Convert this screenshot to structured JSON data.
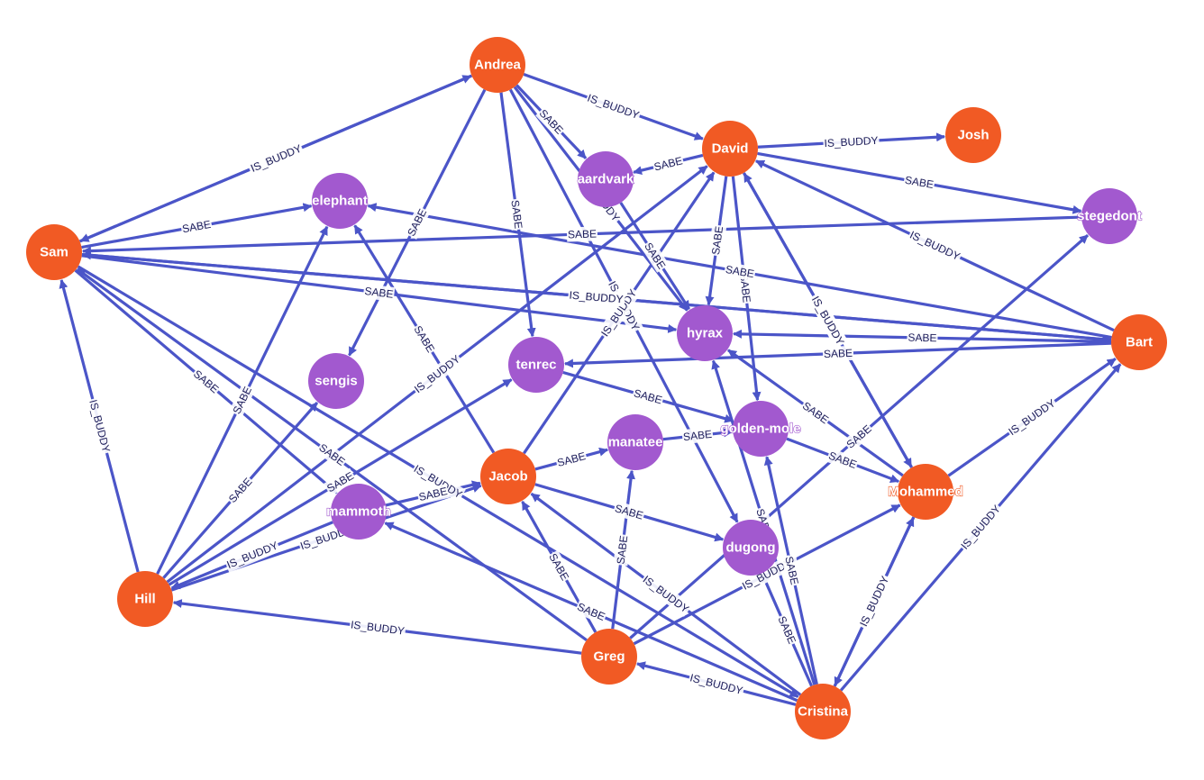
{
  "graph": {
    "colors": {
      "person": "#f15a24",
      "animal": "#a259cf",
      "edge": "#4b55c8",
      "label_text": "#ffffff"
    },
    "nodes": [
      {
        "id": "Andrea",
        "label": "Andrea",
        "kind": "person"
      },
      {
        "id": "David",
        "label": "David",
        "kind": "person"
      },
      {
        "id": "Josh",
        "label": "Josh",
        "kind": "person"
      },
      {
        "id": "aardvark",
        "label": "aardvark",
        "kind": "animal"
      },
      {
        "id": "elephant",
        "label": "elephant",
        "kind": "animal"
      },
      {
        "id": "stegedont",
        "label": "stegedont",
        "kind": "animal"
      },
      {
        "id": "Sam",
        "label": "Sam",
        "kind": "person"
      },
      {
        "id": "hyrax",
        "label": "hyrax",
        "kind": "animal"
      },
      {
        "id": "Bart",
        "label": "Bart",
        "kind": "person"
      },
      {
        "id": "tenrec",
        "label": "tenrec",
        "kind": "animal"
      },
      {
        "id": "sengis",
        "label": "sengis",
        "kind": "animal"
      },
      {
        "id": "golden-mole",
        "label": "golden-mole",
        "kind": "animal"
      },
      {
        "id": "manatee",
        "label": "manatee",
        "kind": "animal"
      },
      {
        "id": "Jacob",
        "label": "Jacob",
        "kind": "person"
      },
      {
        "id": "Mohammed",
        "label": "Mohammed",
        "kind": "person"
      },
      {
        "id": "mammoth",
        "label": "mammoth",
        "kind": "animal"
      },
      {
        "id": "dugong",
        "label": "dugong",
        "kind": "animal"
      },
      {
        "id": "Hill",
        "label": "Hill",
        "kind": "person"
      },
      {
        "id": "Greg",
        "label": "Greg",
        "kind": "person"
      },
      {
        "id": "Cristina",
        "label": "Cristina",
        "kind": "person"
      }
    ],
    "edges": [
      {
        "from": "Andrea",
        "to": "David",
        "label": "IS_BUDDY"
      },
      {
        "from": "Andrea",
        "to": "aardvark",
        "label": "SABE"
      },
      {
        "from": "Andrea",
        "to": "tenrec",
        "label": "SABE"
      },
      {
        "from": "Andrea",
        "to": "sengis",
        "label": "SABE"
      },
      {
        "from": "Andrea",
        "to": "dugong",
        "label": "IS_BUDDY"
      },
      {
        "from": "Andrea",
        "to": "hyrax",
        "label": "IS_BUDDY"
      },
      {
        "from": "Sam",
        "to": "Andrea",
        "label": "IS_BUDDY"
      },
      {
        "from": "Andrea",
        "to": "Sam",
        "label": "IS_BUDDY"
      },
      {
        "from": "David",
        "to": "Josh",
        "label": "IS_BUDDY"
      },
      {
        "from": "David",
        "to": "aardvark",
        "label": "SABE"
      },
      {
        "from": "David",
        "to": "stegedont",
        "label": "SABE"
      },
      {
        "from": "David",
        "to": "hyrax",
        "label": "SABE"
      },
      {
        "from": "David",
        "to": "golden-mole",
        "label": "SABE"
      },
      {
        "from": "David",
        "to": "Mohammed",
        "label": "IS_BUDDY"
      },
      {
        "from": "Mohammed",
        "to": "David",
        "label": "IS_BUDDY"
      },
      {
        "from": "Bart",
        "to": "David",
        "label": "IS_BUDDY"
      },
      {
        "from": "Jacob",
        "to": "David",
        "label": "IS_BUDDY"
      },
      {
        "from": "Hill",
        "to": "David",
        "label": "IS_BUDDY"
      },
      {
        "from": "Sam",
        "to": "elephant",
        "label": "SABE"
      },
      {
        "from": "stegedont",
        "to": "Sam",
        "label": "SABE"
      },
      {
        "from": "Sam",
        "to": "hyrax",
        "label": "SABE"
      },
      {
        "from": "Bart",
        "to": "Sam",
        "label": "IS_BUDDY"
      },
      {
        "from": "Sam",
        "to": "Bart",
        "label": "IS_BUDDY"
      },
      {
        "from": "Sam",
        "to": "mammoth",
        "label": "SABE"
      },
      {
        "from": "Sam",
        "to": "Cristina",
        "label": "IS_BUDDY"
      },
      {
        "from": "Hill",
        "to": "Sam",
        "label": "IS_BUDDY"
      },
      {
        "from": "Bart",
        "to": "elephant",
        "label": "SABE"
      },
      {
        "from": "Bart",
        "to": "hyrax",
        "label": "SABE"
      },
      {
        "from": "Bart",
        "to": "tenrec",
        "label": "SABE"
      },
      {
        "from": "Mohammed",
        "to": "Bart",
        "label": "IS_BUDDY"
      },
      {
        "from": "Cristina",
        "to": "Bart",
        "label": "IS_BUDDY"
      },
      {
        "from": "aardvark",
        "to": "hyrax",
        "label": "SABE"
      },
      {
        "from": "tenrec",
        "to": "golden-mole",
        "label": "SABE"
      },
      {
        "from": "Mohammed",
        "to": "hyrax",
        "label": "SABE"
      },
      {
        "from": "golden-mole",
        "to": "Mohammed",
        "label": "SABE"
      },
      {
        "from": "Jacob",
        "to": "manatee",
        "label": "SABE"
      },
      {
        "from": "manatee",
        "to": "golden-mole",
        "label": "SABE"
      },
      {
        "from": "Jacob",
        "to": "dugong",
        "label": "SABE"
      },
      {
        "from": "Jacob",
        "to": "elephant",
        "label": "SABE"
      },
      {
        "from": "mammoth",
        "to": "Jacob",
        "label": "SABE"
      },
      {
        "from": "Hill",
        "to": "Jacob",
        "label": "IS_BUDDY"
      },
      {
        "from": "Hill",
        "to": "elephant",
        "label": "SABE"
      },
      {
        "from": "Hill",
        "to": "sengis",
        "label": "SABE"
      },
      {
        "from": "Hill",
        "to": "tenrec",
        "label": "SABE"
      },
      {
        "from": "mammoth",
        "to": "Hill",
        "label": "IS_BUDDY"
      },
      {
        "from": "Greg",
        "to": "Hill",
        "label": "IS_BUDDY"
      },
      {
        "from": "Greg",
        "to": "manatee",
        "label": "SABE"
      },
      {
        "from": "Greg",
        "to": "Jacob",
        "label": "SABE"
      },
      {
        "from": "Greg",
        "to": "Mohammed",
        "label": "IS_BUDDY"
      },
      {
        "from": "Greg",
        "to": "stegedont",
        "label": "SABE"
      },
      {
        "from": "Greg",
        "to": "Sam",
        "label": "SABE"
      },
      {
        "from": "Cristina",
        "to": "Greg",
        "label": "IS_BUDDY"
      },
      {
        "from": "Cristina",
        "to": "Jacob",
        "label": "IS_BUDDY"
      },
      {
        "from": "Cristina",
        "to": "mammoth",
        "label": "SABE"
      },
      {
        "from": "Cristina",
        "to": "hyrax",
        "label": "SABE"
      },
      {
        "from": "Cristina",
        "to": "golden-mole",
        "label": "SABE"
      },
      {
        "from": "Cristina",
        "to": "dugong",
        "label": "SABE"
      },
      {
        "from": "Cristina",
        "to": "Mohammed",
        "label": "IS_BUDDY"
      },
      {
        "from": "Mohammed",
        "to": "Cristina",
        "label": "IS_BUDDY"
      }
    ]
  }
}
